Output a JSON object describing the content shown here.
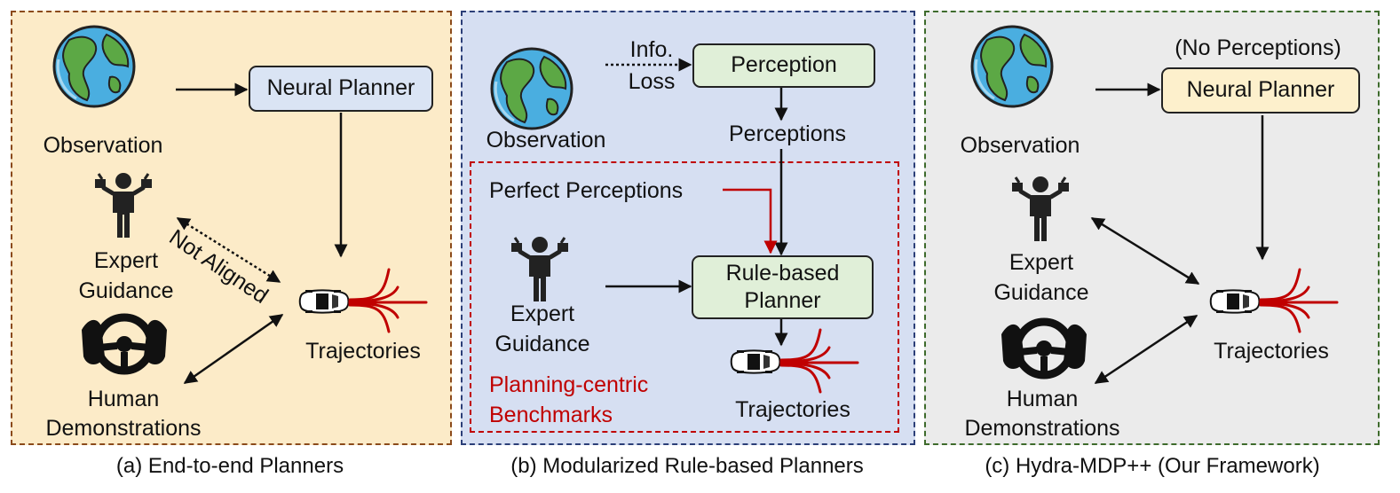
{
  "panels": {
    "a": {
      "caption": "(a) End-to-end Planners",
      "observation": "Observation",
      "planner": "Neural Planner",
      "expert": [
        "Expert",
        "Guidance"
      ],
      "human": [
        "Human",
        "Demonstrations"
      ],
      "not_aligned": "Not Aligned",
      "trajectories": "Trajectories"
    },
    "b": {
      "caption": "(b) Modularized Rule-based Planners",
      "observation": "Observation",
      "info_loss": [
        "Info.",
        "Loss"
      ],
      "perception": "Perception",
      "perceptions": "Perceptions",
      "perfect_perceptions": "Perfect Perceptions",
      "planner": [
        "Rule-based",
        "Planner"
      ],
      "expert": [
        "Expert",
        "Guidance"
      ],
      "benchmarks": [
        "Planning-centric",
        "Benchmarks"
      ],
      "trajectories": "Trajectories"
    },
    "c": {
      "caption": "(c) Hydra-MDP++ (Our Framework)",
      "observation": "Observation",
      "no_perceptions": "(No Perceptions)",
      "planner": "Neural Planner",
      "expert": [
        "Expert",
        "Guidance"
      ],
      "human": [
        "Human",
        "Demonstrations"
      ],
      "trajectories": "Trajectories"
    }
  },
  "colors": {
    "panel_a_bg": "#fcebc8",
    "panel_a_border": "#8b4a1a",
    "panel_b_bg": "#d6dff2",
    "panel_b_border": "#2c3f78",
    "panel_c_bg": "#ebebeb",
    "panel_c_border": "#3e6b2c",
    "neural_planner_a": "#dae4f4",
    "neural_planner_c": "#fdf0cc",
    "module_box": "#e0efd8",
    "accent_red": "#c00000"
  },
  "icons": [
    "earth-globe-icon",
    "expert-person-icon",
    "steering-wheel-hands-icon",
    "car-icon",
    "trajectory-fan-icon"
  ]
}
